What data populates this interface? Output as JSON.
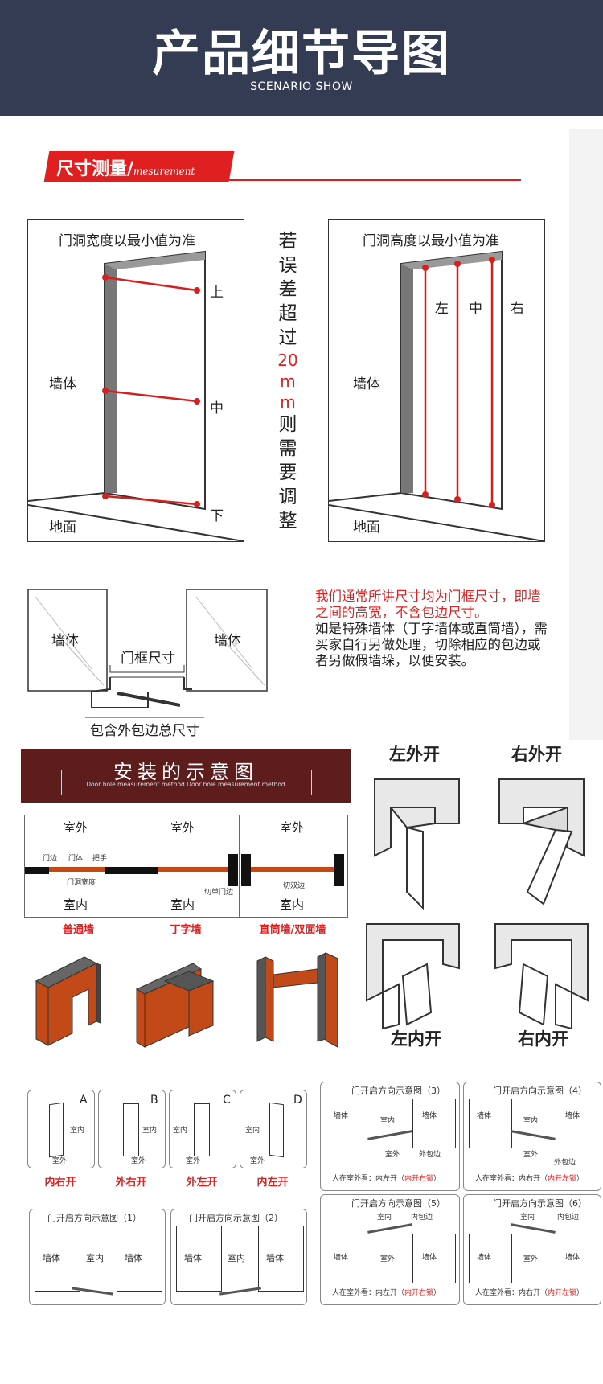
{
  "header": {
    "title": "产品细节导图",
    "subtitle": "SCENARIO SHOW"
  },
  "measure": {
    "tag": "尺寸测量/",
    "tag_en": "mesurement",
    "width_box": {
      "title": "门洞宽度以最小值为准",
      "wall": "墙体",
      "floor": "地面",
      "top": "上",
      "mid": "中",
      "bottom": "下"
    },
    "height_box": {
      "title": "门洞高度以最小值为准",
      "wall": "墙体",
      "floor": "地面",
      "left": "左",
      "mid": "中",
      "right": "右"
    },
    "vertical_note_1": "若误差超过",
    "vertical_note_red": "20mm",
    "vertical_note_2": "则需要调整"
  },
  "frame": {
    "wall_left": "墙体",
    "wall_right": "墙体",
    "frame_size": "门框尺寸",
    "total_size": "包含外包边总尺寸",
    "note_red": "我们通常所讲尺寸均为门框尺寸，即墙之间的高宽，不含包边尺寸。",
    "note_black": "如是特殊墙体（丁字墙体或直筒墙），需买家自行另做处理，切除相应的包边或者另做假墙垛，以便安装。"
  },
  "open_types": {
    "left_out": "左外开",
    "right_out": "右外开",
    "left_in": "左内开",
    "right_in": "右内开"
  },
  "install": {
    "title": "安装的示意图",
    "subtitle": "Door hole measurement method Door hole measurement method",
    "outside": "室外",
    "inside": "室内",
    "p1_labels": [
      "门边",
      "门体",
      "把手"
    ],
    "p1_size": "门洞宽度",
    "p2_note": "切单门边",
    "p3_note": "切双边",
    "captions": [
      "普通墙",
      "丁字墙",
      "直筒墙/双面墙"
    ]
  },
  "swing": {
    "items": [
      {
        "letter": "A",
        "in": "室内",
        "out": "室外",
        "caption": "内右开"
      },
      {
        "letter": "B",
        "in": "室内",
        "out": "室外",
        "caption": "外右开"
      },
      {
        "letter": "C",
        "in": "室内",
        "out": "室外",
        "caption": "外左开"
      },
      {
        "letter": "D",
        "in": "室内",
        "out": "室外",
        "caption": "内左开"
      }
    ]
  },
  "direction_diagrams": [
    {
      "title": "门开启方向示意图（1）",
      "wall": "墙体",
      "inside": "室内"
    },
    {
      "title": "门开启方向示意图（2）",
      "wall": "墙体",
      "inside": "室内"
    },
    {
      "title": "门开启方向示意图（3）",
      "wall": "墙体",
      "inside": "室内",
      "outside": "室外",
      "extra": "外包边",
      "bottom": "人在室外看：内左开（",
      "bottom_red": "内开右锁",
      "bottom_end": "）"
    },
    {
      "title": "门开启方向示意图（4）",
      "wall": "墙体",
      "inside": "室内",
      "outside": "室外",
      "extra": "外包边",
      "bottom": "人在室外看：内右开（",
      "bottom_red": "内开左锁",
      "bottom_end": "）"
    },
    {
      "title": "门开启方向示意图（5）",
      "wall": "墙体",
      "inside": "室内",
      "outside": "室外",
      "extra": "内包边",
      "bottom": "人在室外看：内左开（",
      "bottom_red": "内开右锁",
      "bottom_end": "）"
    },
    {
      "title": "门开启方向示意图（6）",
      "wall": "墙体",
      "inside": "室内",
      "outside": "室外",
      "extra": "内包边",
      "bottom": "人在室外看：内右开（",
      "bottom_red": "内开左锁",
      "bottom_end": "）"
    }
  ],
  "colors": {
    "header_bg": "#333c52",
    "accent_red": "#e02020",
    "banner_bg": "#5d1d1d",
    "wall_brown": "#c24a18"
  }
}
